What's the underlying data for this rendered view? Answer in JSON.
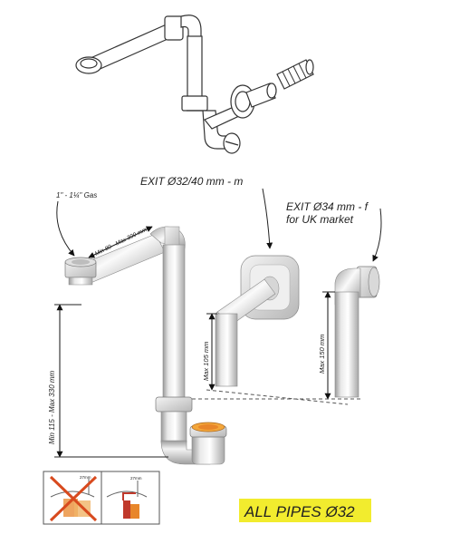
{
  "labels": {
    "exit_m": "EXIT Ø32/40 mm - m",
    "exit_f_line1": "EXIT Ø34 mm - f",
    "exit_f_line2": "for UK market",
    "gas": "1\" - 1¼\" Gas",
    "min80": "Min 80 - Max 300 mm",
    "min115": "Min 115 - Max 330 mm",
    "max105": "Max 105 mm",
    "max150": "Max 150 mm",
    "thumb1_small": "27mm",
    "thumb2_small": "27mm",
    "all_pipes": "ALL PIPES Ø32"
  },
  "colors": {
    "banner_bg": "#f2ec2e",
    "pipe_shade": "#e6e6e6",
    "cross_red": "#d84a1e",
    "water_orange": "#e8862a",
    "drain_red": "#c0392b"
  }
}
